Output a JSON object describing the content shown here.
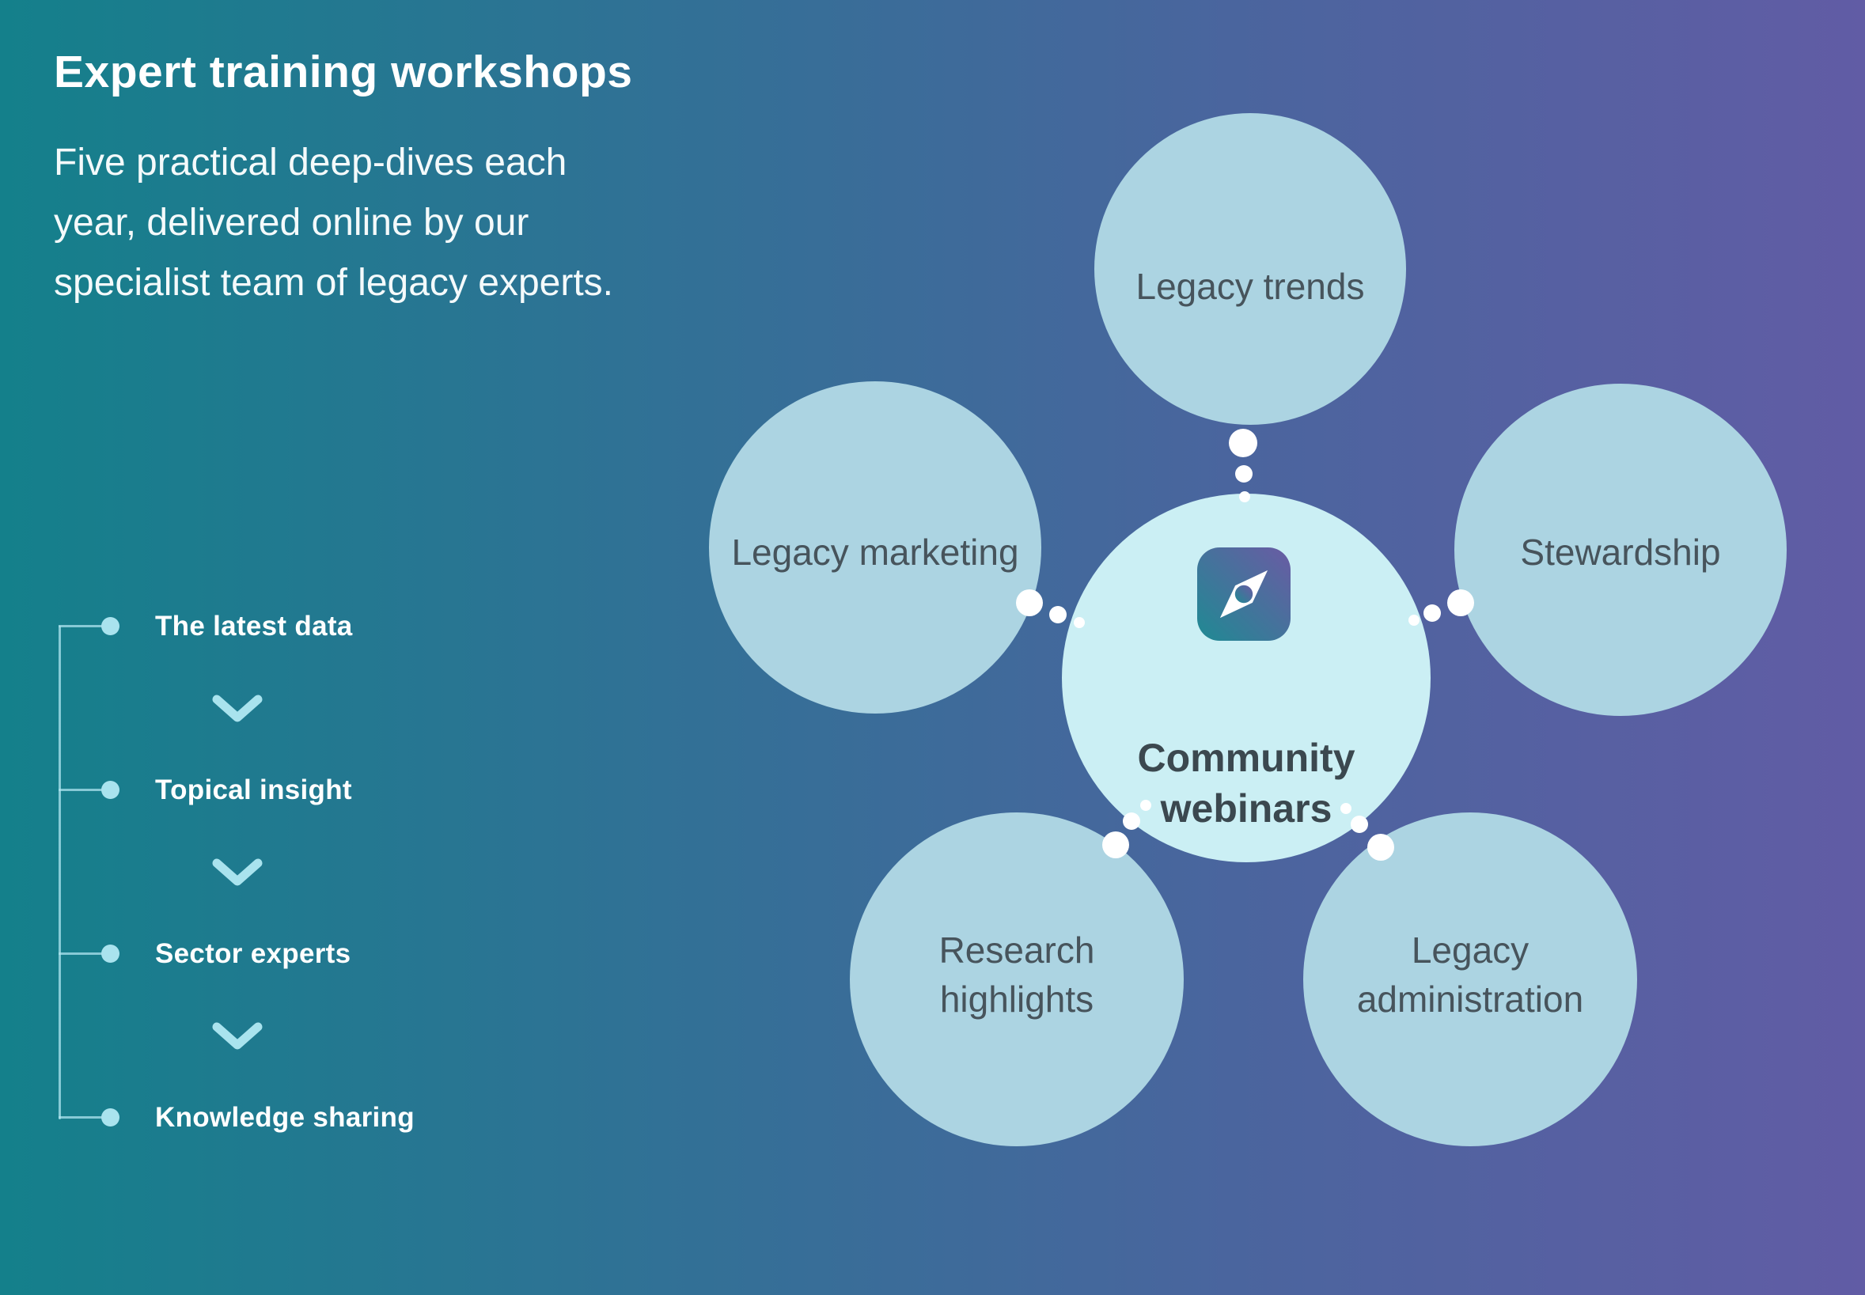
{
  "slide": {
    "title": "Expert training workshops",
    "subtitle_lines": [
      "Five practical deep-dives each",
      "year, delivered online by our",
      "specialist team of legacy experts."
    ],
    "benefits": {
      "items": [
        {
          "label": "The latest data"
        },
        {
          "label": "Topical insight"
        },
        {
          "label": "Sector experts"
        },
        {
          "label": "Knowledge sharing"
        }
      ]
    },
    "diagram": {
      "center": {
        "label": "Community webinars",
        "icon": "compass-icon"
      },
      "satellites": [
        {
          "label": "Legacy trends",
          "position": "top"
        },
        {
          "label": "Stewardship",
          "position": "right"
        },
        {
          "label": "Legacy administration",
          "position": "bottom-right"
        },
        {
          "label": "Research highlights",
          "position": "bottom-left"
        },
        {
          "label": "Legacy marketing",
          "position": "left"
        }
      ]
    },
    "colors": {
      "background_left": "#14808B",
      "background_right": "#615CA5",
      "satellite_fill": "#ACD4E2",
      "center_fill": "#CBEFF4",
      "accent_light_cyan": "#A9E3EE",
      "connector_dot": "#FFFFFF",
      "circle_text": "#47545C",
      "icon_gradient_start": "#1F8A93",
      "icon_gradient_end": "#6A5BA4"
    }
  }
}
